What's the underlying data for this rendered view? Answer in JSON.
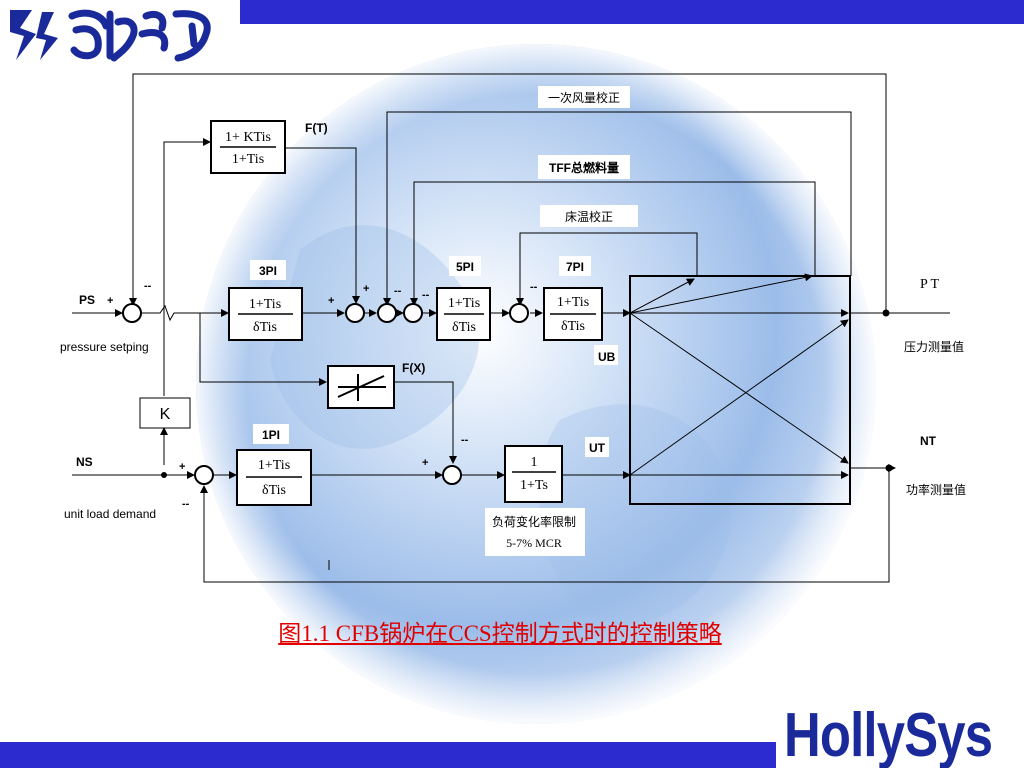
{
  "header": {
    "logo_icon": "zhili-logo-icon"
  },
  "footer": {
    "brand": "HollySys"
  },
  "caption": "图1.1  CFB锅炉在CCS控制方式时的控制策略",
  "colors": {
    "accent_blue": "#2b2bd0",
    "caption_red": "#e00000",
    "brand_navy": "#1a2a9a"
  },
  "diagram": {
    "labels": {
      "primary_air_correction": "一次风量校正",
      "tff_total_fuel": "TFF总燃料量",
      "bed_temp_correction": "床温校正",
      "ft": "F(T)",
      "fx": "F(X)",
      "pt": "P T",
      "pressure_measured": "压力测量值",
      "ps": "PS",
      "pressure_setpoint": "pressure setping",
      "ns": "NS",
      "unit_load_demand": "unit load demand",
      "nt": "NT",
      "power_measured": "功率测量值",
      "ub": "UB",
      "ut": "UT",
      "load_rate_limit": "负荷变化率限制",
      "mcr_range": "5-7% MCR",
      "k": "K"
    },
    "blocks": {
      "ft_num": "1+ KTis",
      "ft_den": "1+Tis",
      "pi3_title": "3PI",
      "pi3_num": "1+Tis",
      "pi3_den": "δTis",
      "pi5_title": "5PI",
      "pi5_num": "1+Tis",
      "pi5_den": "δTis",
      "pi7_title": "7PI",
      "pi7_num": "1+Tis",
      "pi7_den": "δTis",
      "pi1_title": "1PI",
      "pi1_num": "1+Tis",
      "pi1_den": "δTis",
      "lag_num": "1",
      "lag_den": "1+Ts"
    },
    "signs": {
      "ps_plus": "+",
      "ps_minus": "--",
      "s2_plus": "+",
      "s3_plus": "+",
      "s3_minus": "--",
      "s4_minus": "--",
      "s5_minus": "--",
      "ns_plus": "+",
      "ns_minus": "--",
      "ut_plus": "+",
      "ut_minus": "--"
    }
  }
}
